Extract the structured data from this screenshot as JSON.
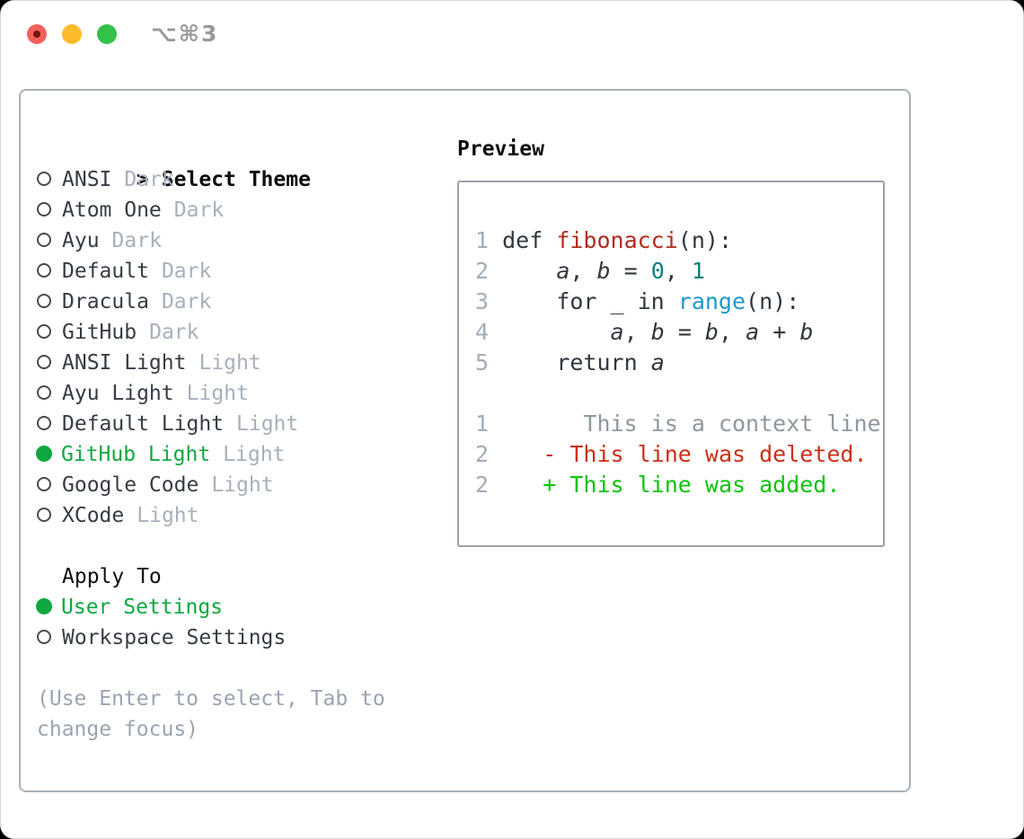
{
  "window": {
    "title": "⌥⌘3"
  },
  "colors": {
    "traffic_red": "#f4605a",
    "traffic_red_dot": "#76150e",
    "traffic_yellow": "#fcbb2d",
    "traffic_green": "#33c14a",
    "title_gray": "#97999d",
    "panel_border": "#a8b0b9",
    "preview_border": "#9aa3ad",
    "heading_black": "#0d0e10",
    "item_text": "#363c44",
    "variant_gray": "#a7b0ba",
    "hint_gray": "#9aa4b0",
    "accent_green": "#0fa840",
    "line_number": "#a3adb8",
    "code_text": "#31373e",
    "func_red": "#b32b1d",
    "literal_teal": "#0b807e",
    "builtin_blue": "#2196d3",
    "context_gray": "#8f979f",
    "deleted_red": "#cb2f17",
    "added_green": "#0cc30c"
  },
  "theme_list": {
    "prompt": ">",
    "header": "Select Theme",
    "items": [
      {
        "name": "ANSI",
        "variant": "Dark",
        "selected": false
      },
      {
        "name": "Atom One",
        "variant": "Dark",
        "selected": false
      },
      {
        "name": "Ayu",
        "variant": "Dark",
        "selected": false
      },
      {
        "name": "Default",
        "variant": "Dark",
        "selected": false
      },
      {
        "name": "Dracula",
        "variant": "Dark",
        "selected": false
      },
      {
        "name": "GitHub",
        "variant": "Dark",
        "selected": false
      },
      {
        "name": "ANSI Light",
        "variant": "Light",
        "selected": false
      },
      {
        "name": "Ayu Light",
        "variant": "Light",
        "selected": false
      },
      {
        "name": "Default Light",
        "variant": "Light",
        "selected": false
      },
      {
        "name": "GitHub Light",
        "variant": "Light",
        "selected": true
      },
      {
        "name": "Google Code",
        "variant": "Light",
        "selected": false
      },
      {
        "name": "XCode",
        "variant": "Light",
        "selected": false
      }
    ]
  },
  "apply_to": {
    "header": "Apply To",
    "options": [
      {
        "label": "User Settings",
        "selected": true
      },
      {
        "label": "Workspace Settings",
        "selected": false
      }
    ]
  },
  "hint": {
    "line1": "(Use Enter to select, Tab to",
    "line2": "change focus)"
  },
  "preview": {
    "header": "Preview",
    "lines": [
      [
        [
          "1",
          "num"
        ],
        [
          " def ",
          "code"
        ],
        [
          "fibonacci",
          "func"
        ],
        [
          "(n):",
          "code"
        ]
      ],
      [
        [
          "2",
          "num"
        ],
        [
          "     ",
          "code"
        ],
        [
          "a",
          "var"
        ],
        [
          ", ",
          "code"
        ],
        [
          "b",
          "var"
        ],
        [
          " = ",
          "code"
        ],
        [
          "0",
          "lit"
        ],
        [
          ", ",
          "code"
        ],
        [
          "1",
          "lit"
        ]
      ],
      [
        [
          "3",
          "num"
        ],
        [
          "     for _ in ",
          "code"
        ],
        [
          "range",
          "builtin"
        ],
        [
          "(n):",
          "code"
        ]
      ],
      [
        [
          "4",
          "num"
        ],
        [
          "         ",
          "code"
        ],
        [
          "a",
          "var"
        ],
        [
          ", ",
          "code"
        ],
        [
          "b",
          "var"
        ],
        [
          " = ",
          "code"
        ],
        [
          "b",
          "var"
        ],
        [
          ", ",
          "code"
        ],
        [
          "a",
          "var"
        ],
        [
          " + ",
          "code"
        ],
        [
          "b",
          "var"
        ]
      ],
      [
        [
          "5",
          "num"
        ],
        [
          "     return ",
          "code"
        ],
        [
          "a",
          "var"
        ]
      ],
      [],
      [
        [
          "1",
          "num"
        ],
        [
          "       This is a context line.",
          "ctx"
        ]
      ],
      [
        [
          "2",
          "num"
        ],
        [
          "    ",
          "code"
        ],
        [
          "- This line was deleted.",
          "del"
        ]
      ],
      [
        [
          "2",
          "num"
        ],
        [
          "    ",
          "code"
        ],
        [
          "+ This line was added.",
          "add"
        ]
      ]
    ]
  }
}
